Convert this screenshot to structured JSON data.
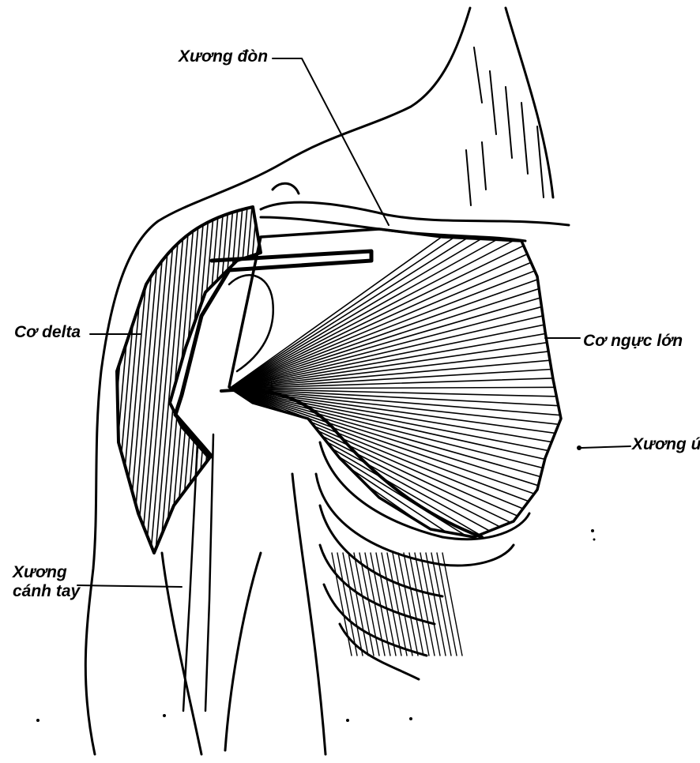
{
  "labels": {
    "clavicle": "Xương đòn",
    "deltoid": "Cơ delta",
    "pectoralis_major": "Cơ ngực lớn",
    "sternum": "Xương ức",
    "humerus_line1": "Xương",
    "humerus_line2": "cánh tay"
  },
  "colors": {
    "ink": "#000000",
    "paper": "#ffffff"
  }
}
